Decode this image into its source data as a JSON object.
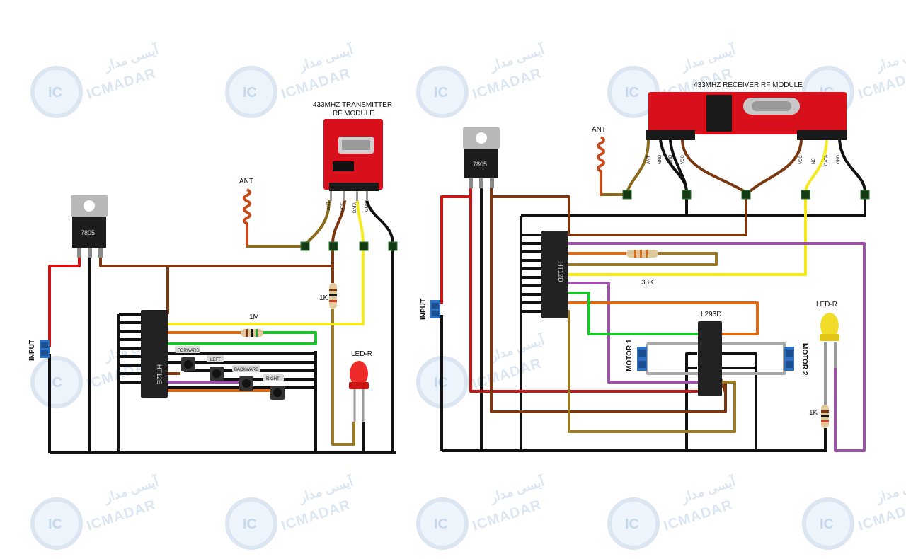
{
  "colors": {
    "red": "#cc1515",
    "black": "#111111",
    "brown": "#7a3710",
    "yellow": "#f4ea1e",
    "green": "#22c22e",
    "orange": "#d86a1a",
    "purple": "#9b52a8",
    "olive": "#9a7a2a",
    "gray": "#a8a8a8",
    "module_red": "#d8101c",
    "chip": "#222222",
    "watermark": "#dbe6f2"
  },
  "watermark": {
    "brand": "ICMADAR",
    "persian": "آیسی مدار",
    "badge": "IC"
  },
  "transmitter": {
    "regulator_label": "7805",
    "ic_label": "HT12E",
    "module_title_line1": "433MHZ TRANSMITTER",
    "module_title_line2": "RF MODULE",
    "module_pins": [
      "ANT",
      "VCC",
      "DATA",
      "GND"
    ],
    "antenna_label": "ANT",
    "input_label": "INPUT",
    "resistor_1m_label": "1M",
    "resistor_1k_label": "1K",
    "led_label": "LED-R",
    "buttons": [
      "FORWARD",
      "LEFT",
      "BACKWARD",
      "RIGHT"
    ]
  },
  "receiver": {
    "regulator_label": "7805",
    "ic_label": "HT12D",
    "driver_label": "L293D",
    "module_title": "433MHZ RECEIVER RF MODULE",
    "module_pins_left": [
      "ANT",
      "GND",
      "GND",
      "VCC"
    ],
    "module_pins_right": [
      "VCC",
      "NC",
      "DATA",
      "GND"
    ],
    "antenna_label": "ANT",
    "input_label": "INPUT",
    "resistor_33k_label": "33K",
    "resistor_1k_label": "1K",
    "led_label": "LED-R",
    "motor1_label": "MOTOR 1",
    "motor2_label": "MOTOR 2"
  }
}
